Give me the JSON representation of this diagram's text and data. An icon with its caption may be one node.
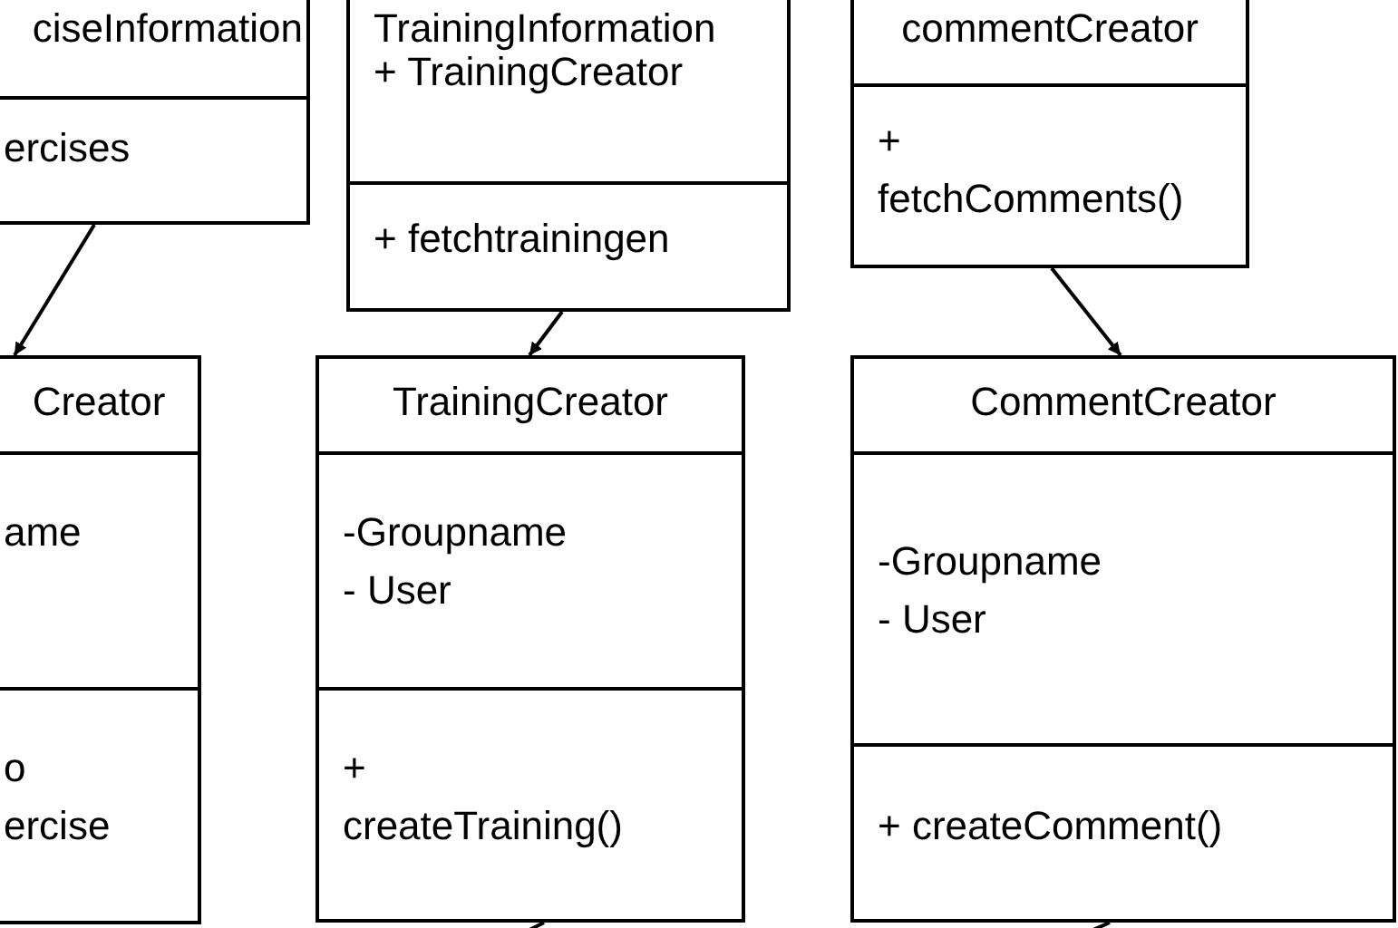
{
  "diagram": {
    "nodes": [
      {
        "text": [
          "ciseInformation",
          "ercises"
        ]
      },
      {
        "text": [
          "TrainingInformation",
          "+ TrainingCreator",
          "+ fetchtrainingen"
        ]
      },
      {
        "text": [
          "commentCreator",
          "+ fetchComments()"
        ]
      },
      {
        "text": [
          "Creator",
          "ame",
          "o ercise"
        ]
      },
      {
        "text": [
          "TrainingCreator",
          "-Groupname - User",
          "+ createTraining()"
        ]
      },
      {
        "text": [
          "CommentCreator",
          "-Groupname - User",
          "+ createComment()"
        ]
      }
    ],
    "edges": [
      {
        "from": 0,
        "to": 3,
        "arrow": "to"
      },
      {
        "from": 1,
        "to": 4,
        "arrow": "to"
      },
      {
        "from": 2,
        "to": 5,
        "arrow": "to"
      },
      {
        "from": 4,
        "to": null,
        "arrow": "none"
      },
      {
        "from": 5,
        "to": null,
        "arrow": "none"
      }
    ]
  }
}
